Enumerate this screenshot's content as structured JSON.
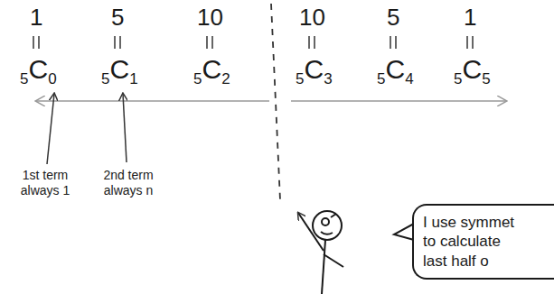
{
  "diagram": {
    "nodes": [
      {
        "text": [
          "I use symmet to calculate last half o"
        ]
      }
    ],
    "labels": [
      "1",
      "5",
      "10",
      "10",
      "5",
      "1",
      "5C0",
      "5C1",
      "5C2",
      "5C3",
      "5C4",
      "5C5",
      "1st term always 1",
      "2nd term always n"
    ]
  }
}
